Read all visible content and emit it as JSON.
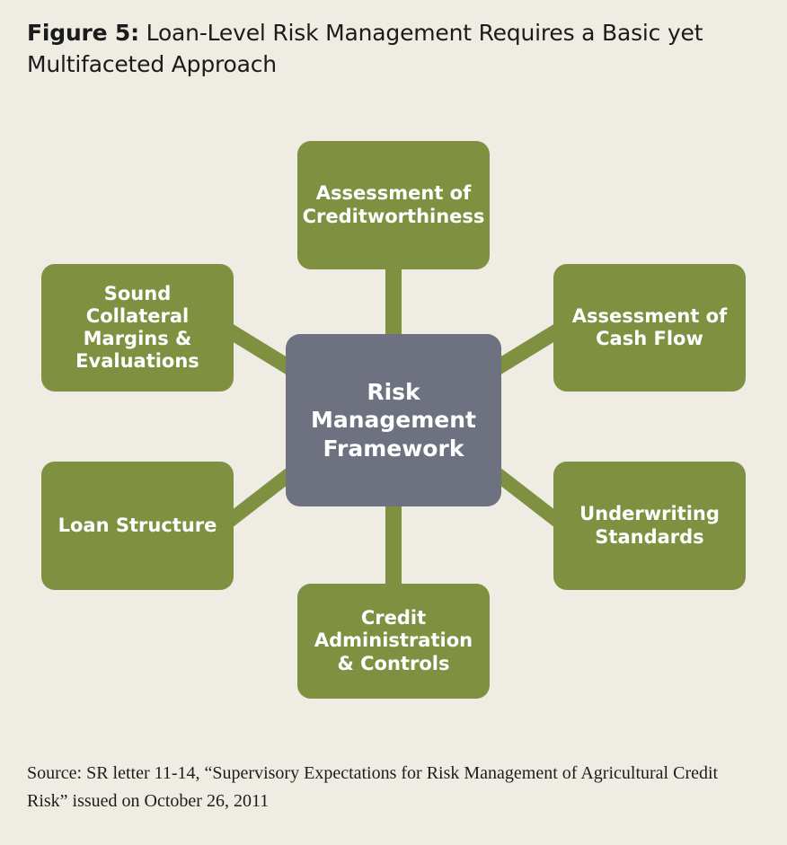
{
  "figure": {
    "label": "Figure 5:",
    "title": " Loan-Level Risk Management Requires a Basic yet Multifaceted Approach"
  },
  "colors": {
    "background": "#efece4",
    "node_green": "#7f9141",
    "node_gray": "#6e7180",
    "connector_green": "#7f9141",
    "node_text": "#ffffff",
    "title_text": "#1b1b1b",
    "source_text": "#1d1d1d"
  },
  "diagram": {
    "type": "hub-and-spoke",
    "center": {
      "id": "risk-management-framework",
      "label": "Risk Management Framework",
      "lines": [
        "Risk",
        "Management",
        "Framework"
      ],
      "color": "#6e7180"
    },
    "nodes": [
      {
        "id": "assessment-of-creditworthiness",
        "position": "top",
        "label": "Assessment of Creditworthiness",
        "lines": [
          "Assessment of",
          "Creditworthiness"
        ],
        "color": "#7f9141",
        "connector": "vertical"
      },
      {
        "id": "sound-collateral-margins-evaluations",
        "position": "top-left",
        "label": "Sound Collateral Margins & Evaluations",
        "lines": [
          "Sound",
          "Collateral",
          "Margins &",
          "Evaluations"
        ],
        "color": "#7f9141",
        "connector": "diagonal"
      },
      {
        "id": "assessment-of-cash-flow",
        "position": "top-right",
        "label": "Assessment of Cash Flow",
        "lines": [
          "Assessment of",
          "Cash Flow"
        ],
        "color": "#7f9141",
        "connector": "diagonal"
      },
      {
        "id": "loan-structure",
        "position": "bottom-left",
        "label": "Loan Structure",
        "lines": [
          "Loan Structure"
        ],
        "color": "#7f9141",
        "connector": "diagonal"
      },
      {
        "id": "underwriting-standards",
        "position": "bottom-right",
        "label": "Underwriting Standards",
        "lines": [
          "Underwriting",
          "Standards"
        ],
        "color": "#7f9141",
        "connector": "diagonal"
      },
      {
        "id": "credit-administration-controls",
        "position": "bottom",
        "label": "Credit Administration & Controls",
        "lines": [
          "Credit",
          "Administration",
          "& Controls"
        ],
        "color": "#7f9141",
        "connector": "vertical"
      }
    ]
  },
  "source": {
    "text": "Source: SR letter 11-14, “Supervisory Expectations for Risk Management of Agricultural Credit Risk” issued on October 26, 2011"
  }
}
